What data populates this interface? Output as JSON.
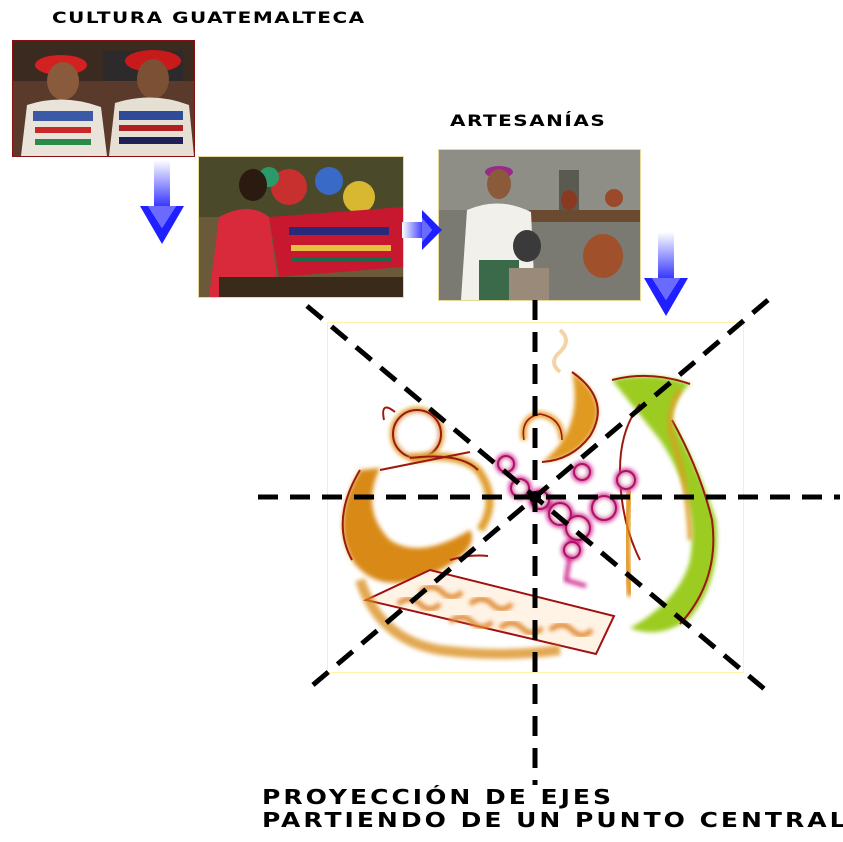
{
  "titles": {
    "cultura": "CULTURA GUATEMALTECA",
    "artesanias": "ARTESANÍAS"
  },
  "caption": {
    "line1": "PROYECCIÓN DE EJES",
    "line2": "PARTIENDO DE UN PUNTO CENTRAL"
  },
  "colors": {
    "arrow_blue": "#2b2bff",
    "axis_line": "#000000",
    "logo_magenta": "#cc1a8a",
    "logo_orange": "#e08a10",
    "logo_green": "#8cc21f",
    "logo_red": "#a01010"
  },
  "icons": [
    "down-arrow-icon",
    "right-arrow-icon",
    "down-arrow-icon"
  ]
}
